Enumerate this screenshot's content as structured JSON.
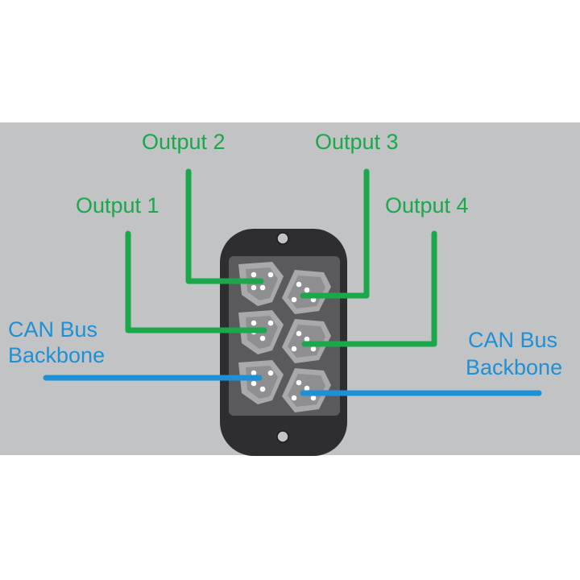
{
  "labels": {
    "output1": "Output 1",
    "output2": "Output 2",
    "output3": "Output 3",
    "output4": "Output 4",
    "can_left_line1": "CAN Bus",
    "can_left_line2": "Backbone",
    "can_right_line1": "CAN Bus",
    "can_right_line2": "Backbone"
  },
  "colors": {
    "output_wire": "#1aa84a",
    "can_wire": "#1e90d6",
    "background_band": "#c2c3c5",
    "housing": "#2e2e30",
    "connector_panel": "#5a5a5d",
    "socket": "#a9a9ac",
    "pin": "#ffffff"
  }
}
